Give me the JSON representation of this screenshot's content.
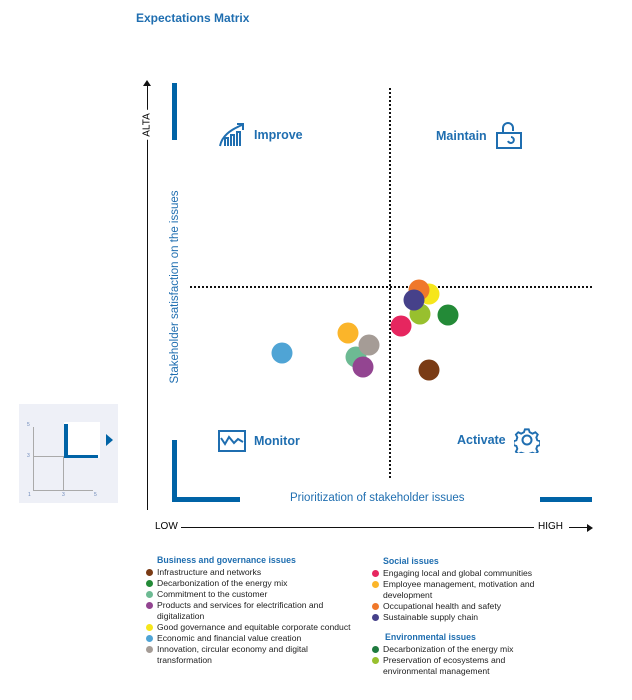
{
  "title": "Expectations Matrix",
  "chart_data": {
    "type": "scatter",
    "title": "Expectations Matrix",
    "xlabel": "Prioritization of stakeholder issues",
    "ylabel": "Stakeholder satisfaction on the issues",
    "x_axis_ends": {
      "low": "LOW",
      "high": "HIGH"
    },
    "y_axis_top": "ALTA",
    "xlim": [
      1,
      5
    ],
    "ylim": [
      1,
      5
    ],
    "threshold": {
      "x": 3,
      "y": 3
    },
    "quadrants": {
      "top_left": "Improve",
      "top_right": "Maintain",
      "bottom_left": "Monitor",
      "bottom_right": "Activate"
    },
    "points": [
      {
        "label": "Economic and financial value creation",
        "x": 1.97,
        "y": 2.35,
        "color": "#4fa4d5"
      },
      {
        "label": "Employee management, motivation and development",
        "x": 2.6,
        "y": 2.55,
        "color": "#fbb52a"
      },
      {
        "label": "Innovation, circular economy and digital transformation",
        "x": 2.8,
        "y": 2.43,
        "color": "#a59c96"
      },
      {
        "label": "Products and services for electrification and digitalization",
        "x": 2.74,
        "y": 2.22,
        "color": "#934591"
      },
      {
        "label": "Commitment to the customer",
        "x": 2.68,
        "y": 2.31,
        "color": "#6dba93"
      },
      {
        "label": "Engaging local and global communities",
        "x": 3.1,
        "y": 2.62,
        "color": "#e6265f"
      },
      {
        "label": "Good governance and equitable corporate conduct",
        "x": 3.37,
        "y": 2.93,
        "color": "#f6e61b"
      },
      {
        "label": "Occupational health and safety",
        "x": 3.28,
        "y": 2.97,
        "color": "#f0782a"
      },
      {
        "label": "Preservation of ecosystems and environmental management",
        "x": 3.29,
        "y": 2.74,
        "color": "#98c02e"
      },
      {
        "label": "Sustainable supply chain",
        "x": 3.23,
        "y": 2.87,
        "color": "#46418a"
      },
      {
        "label": "Decarbonization of the energy mix",
        "x": 3.55,
        "y": 2.73,
        "color": "#238a37"
      },
      {
        "label": "Infrastructure and networks",
        "x": 3.37,
        "y": 2.19,
        "color": "#7a3b15"
      }
    ]
  },
  "mini_map": {
    "y_ticks": [
      "5",
      "3"
    ],
    "x_ticks": [
      "1",
      "3",
      "5"
    ]
  },
  "legend": {
    "business": {
      "heading": "Business and governance issues",
      "items": [
        {
          "label": "Infrastructure and networks",
          "color": "#7a3b15"
        },
        {
          "label": "Decarbonization of the energy mix",
          "color": "#238a37"
        },
        {
          "label": "Commitment to the customer",
          "color": "#6dba93"
        },
        {
          "label": "Products and services for electrification and digitalization",
          "color": "#934591"
        },
        {
          "label": "Good governance and equitable corporate conduct",
          "color": "#f6e61b"
        },
        {
          "label": "Economic and financial value creation",
          "color": "#4fa4d5"
        },
        {
          "label": "Innovation, circular economy and digital transformation",
          "color": "#a59c96"
        }
      ]
    },
    "social": {
      "heading": "Social issues",
      "items": [
        {
          "label": "Engaging local and global communities",
          "color": "#e6265f"
        },
        {
          "label": "Employee management, motivation and development",
          "color": "#fbb52a"
        },
        {
          "label": "Occupational health and safety",
          "color": "#f0782a"
        },
        {
          "label": "Sustainable supply chain",
          "color": "#46418a"
        }
      ]
    },
    "environmental": {
      "heading": "Environmental issues",
      "items": [
        {
          "label": "Decarbonization of the energy mix",
          "color": "#1f7a3f"
        },
        {
          "label": "Preservation of ecosystems and environmental management",
          "color": "#98c02e"
        }
      ]
    }
  }
}
